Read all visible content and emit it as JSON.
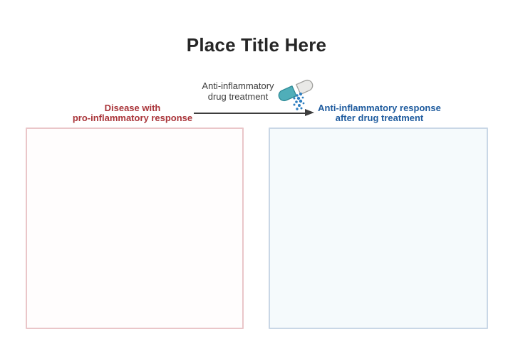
{
  "title": "Place Title Here",
  "left_panel": {
    "label_line1": "Disease with",
    "label_line2": "pro-inflammatory response"
  },
  "treatment": {
    "label_line1": "Anti-inflammatory",
    "label_line2": "drug treatment",
    "icon": "open-capsule-spilling-particles"
  },
  "right_panel": {
    "label_line1": "Anti-inflammatory response",
    "label_line2": "after drug treatment"
  },
  "colors": {
    "title_text": "#262626",
    "left_label_text": "#A93439",
    "right_label_text": "#1E5B9E",
    "treatment_label_text": "#3F3F3F",
    "arrow": "#3D3D3D",
    "left_panel_border": "#EAC6C9",
    "left_panel_fill": "#FFFDFD",
    "right_panel_border": "#C9D7E6",
    "right_panel_fill": "#F5FAFC",
    "capsule_teal": "#4FAEB9",
    "capsule_teal_outline": "#2F8A96",
    "capsule_gray": "#E9E9E7",
    "capsule_gray_outline": "#A0A09D",
    "particle_blue": "#2D7EC0"
  }
}
